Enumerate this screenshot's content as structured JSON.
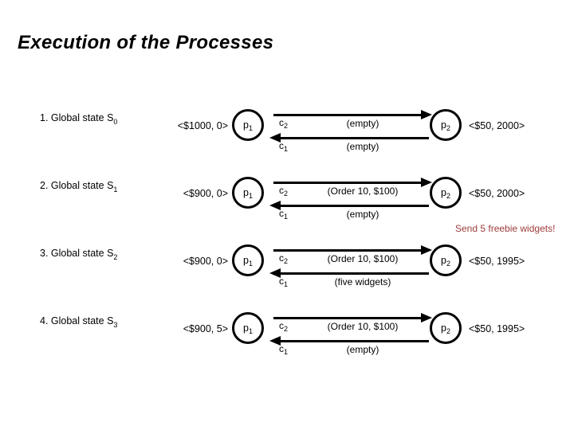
{
  "slide": {
    "title": "Execution of the Processes",
    "annotation": "Send 5 freebie widgets!",
    "annotation_color": "#9e3b3b"
  },
  "rows": [
    {
      "label_text": "1. Global state S",
      "label_sub": "0",
      "left_state": "<$1000, 0>",
      "right_state": "<$50, 2000>",
      "p1": "p",
      "p1_sub": "1",
      "p2": "p",
      "p2_sub": "2",
      "chan_top_name": "c",
      "chan_top_sub": "2",
      "chan_bottom_name": "c",
      "chan_bottom_sub": "1",
      "chan_top_content": "(empty)",
      "chan_bottom_content": "(empty)"
    },
    {
      "label_text": "2. Global state S",
      "label_sub": "1",
      "left_state": "<$900, 0>",
      "right_state": "<$50, 2000>",
      "p1": "p",
      "p1_sub": "1",
      "p2": "p",
      "p2_sub": "2",
      "chan_top_name": "c",
      "chan_top_sub": "2",
      "chan_bottom_name": "c",
      "chan_bottom_sub": "1",
      "chan_top_content": "(Order 10, $100)",
      "chan_bottom_content": "(empty)"
    },
    {
      "label_text": "3. Global state S",
      "label_sub": "2",
      "left_state": "<$900, 0>",
      "right_state": "<$50, 1995>",
      "p1": "p",
      "p1_sub": "1",
      "p2": "p",
      "p2_sub": "2",
      "chan_top_name": "c",
      "chan_top_sub": "2",
      "chan_bottom_name": "c",
      "chan_bottom_sub": "1",
      "chan_top_content": "(Order 10, $100)",
      "chan_bottom_content": "(five widgets)"
    },
    {
      "label_text": "4. Global state S",
      "label_sub": "3",
      "left_state": "<$900, 5>",
      "right_state": "<$50, 1995>",
      "p1": "p",
      "p1_sub": "1",
      "p2": "p",
      "p2_sub": "2",
      "chan_top_name": "c",
      "chan_top_sub": "2",
      "chan_bottom_name": "c",
      "chan_bottom_sub": "1",
      "chan_top_content": "(Order 10, $100)",
      "chan_bottom_content": "(empty)"
    }
  ]
}
